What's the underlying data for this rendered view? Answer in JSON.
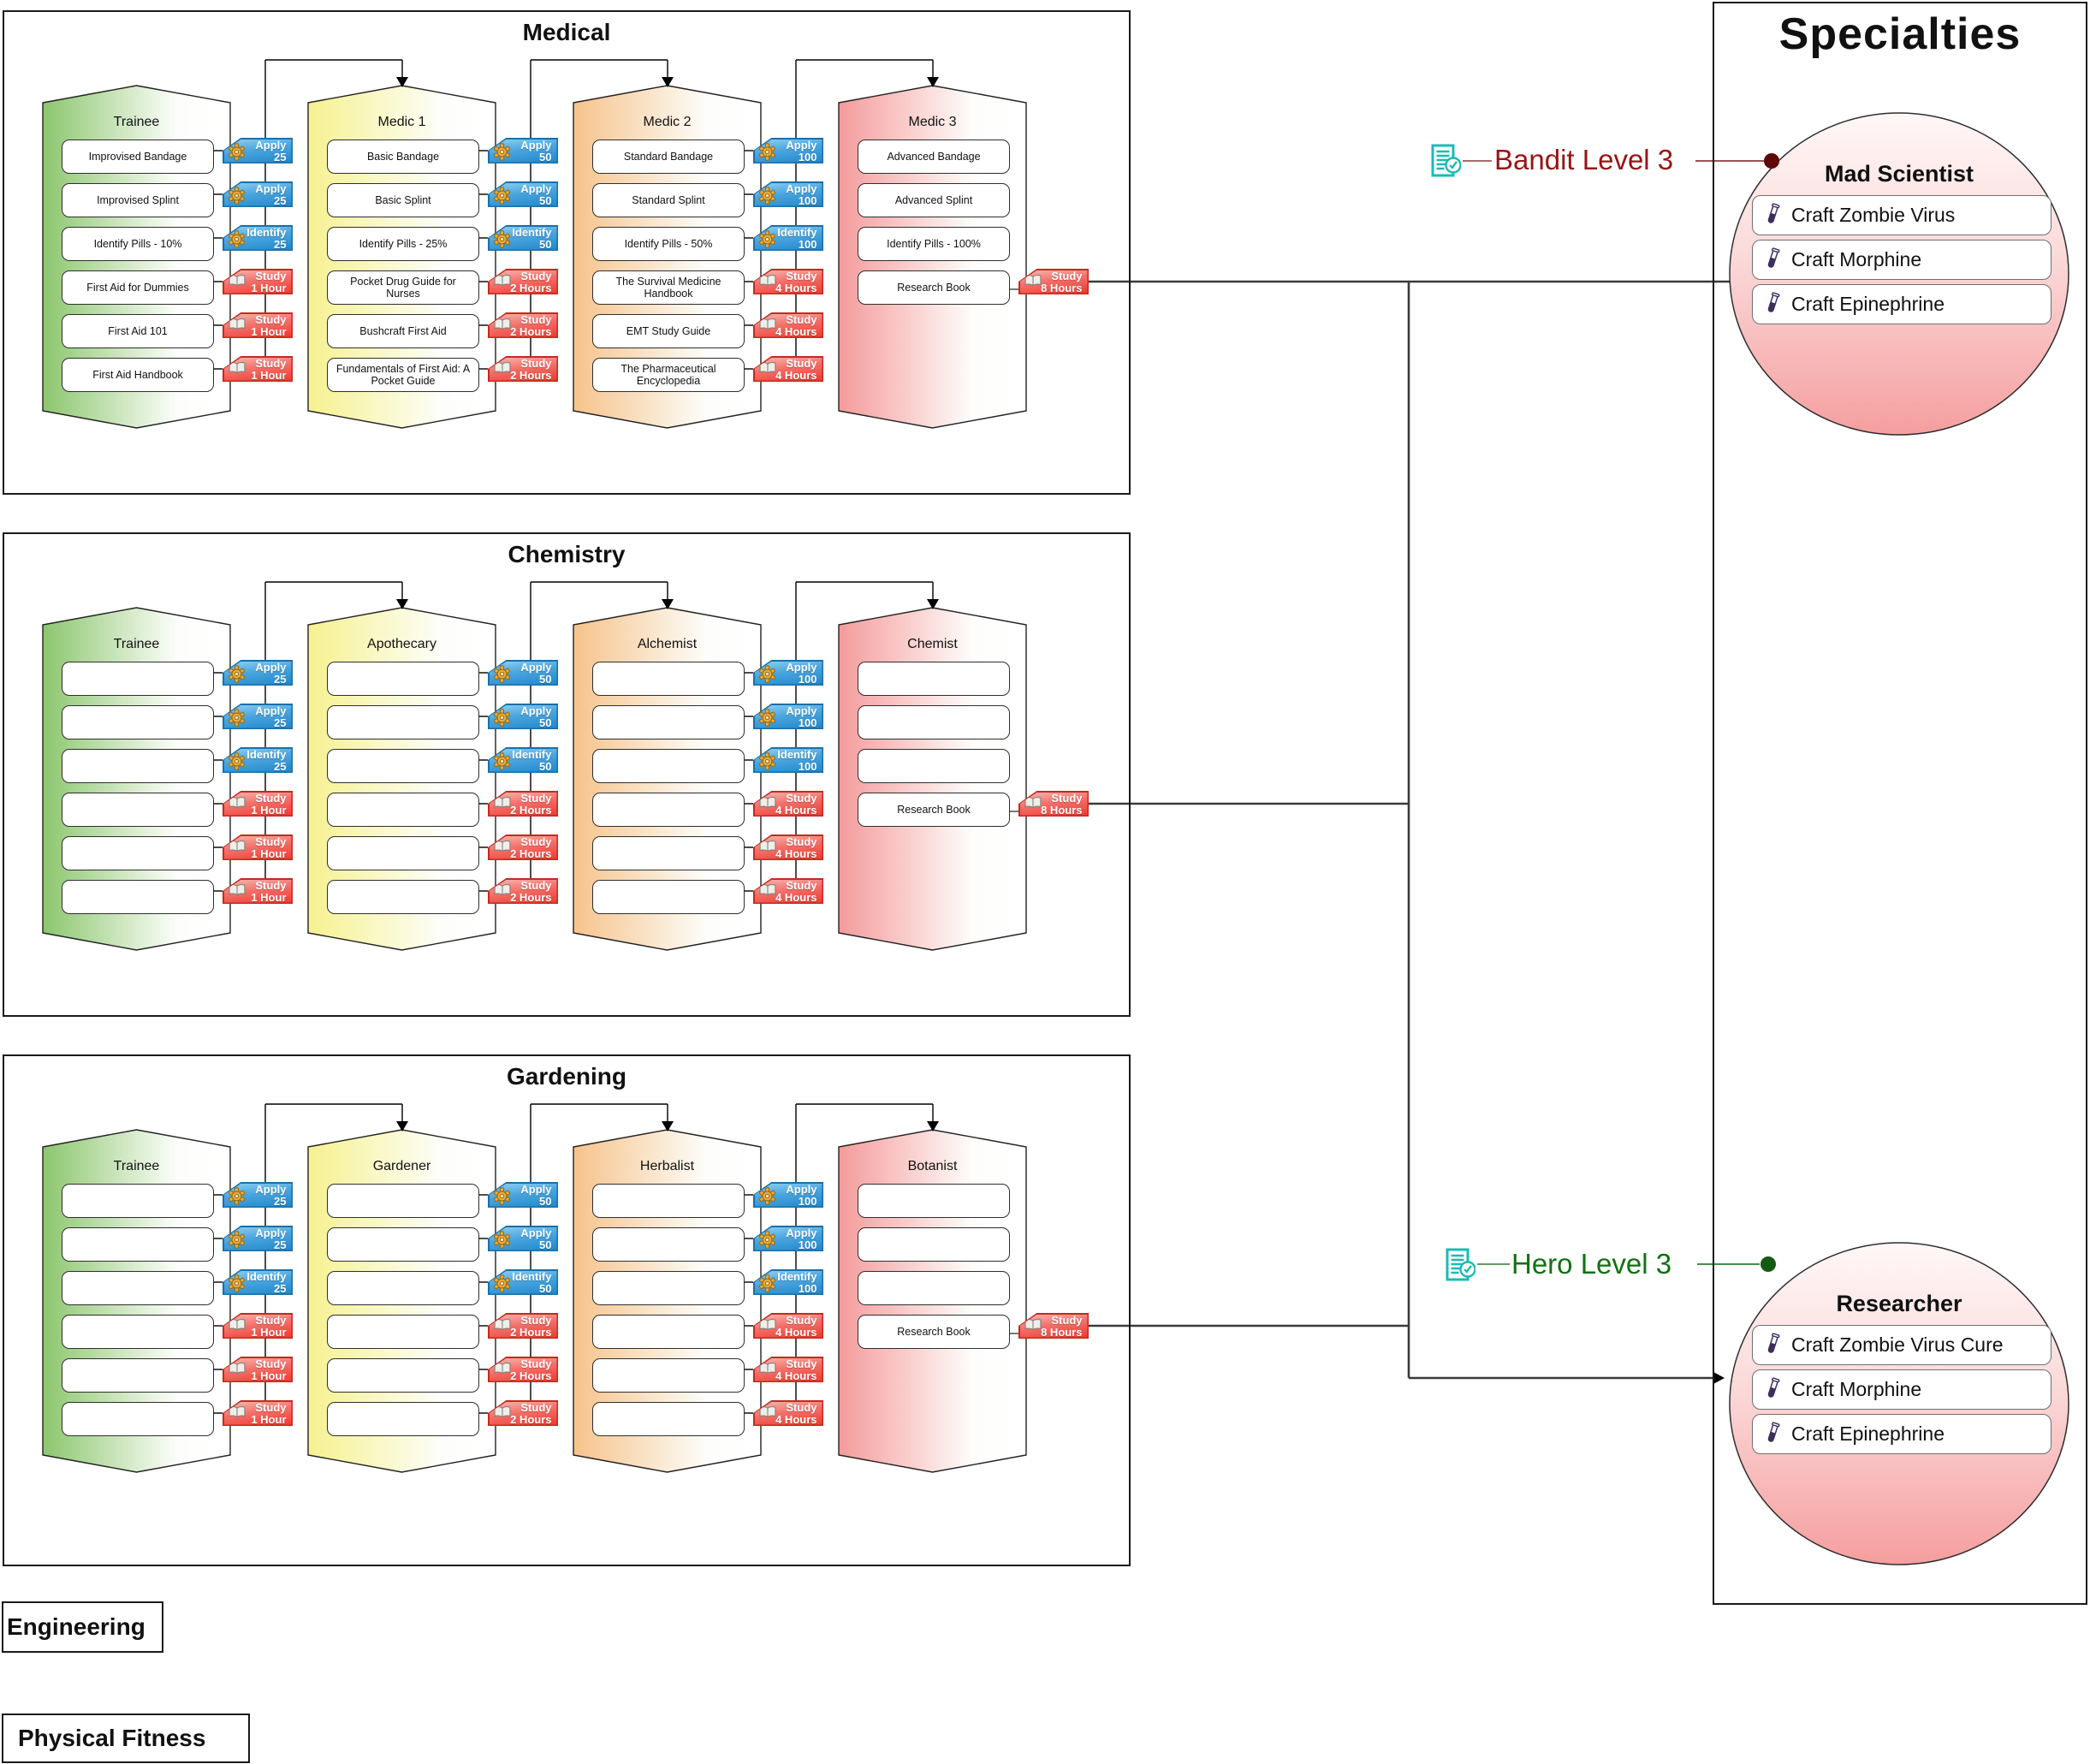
{
  "sections": [
    {
      "title": "Medical",
      "tiers": [
        {
          "name": "Trainee",
          "color": "tier_green",
          "items": [
            "Improvised Bandage",
            "Improvised Splint",
            "Identify Pills - 10%",
            "First Aid for Dummies",
            "First Aid 101",
            "First Aid Handbook"
          ]
        },
        {
          "name": "Medic 1",
          "color": "tier_yellow",
          "items": [
            "Basic Bandage",
            "Basic Splint",
            "Identify Pills - 25%",
            "Pocket Drug Guide for Nurses",
            "Bushcraft First Aid",
            "Fundamentals of First Aid: A Pocket Guide"
          ]
        },
        {
          "name": "Medic 2",
          "color": "tier_orange",
          "items": [
            "Standard Bandage",
            "Standard Splint",
            "Identify Pills - 50%",
            "The Survival Medicine Handbook",
            "EMT Study Guide",
            "The Pharmaceutical Encyclopedia"
          ]
        },
        {
          "name": "Medic 3",
          "color": "tier_red",
          "items": [
            "Advanced Bandage",
            "Advanced Splint",
            "Identify Pills - 100%",
            "Research Book"
          ]
        }
      ]
    },
    {
      "title": "Chemistry",
      "tiers": [
        {
          "name": "Trainee",
          "color": "tier_green",
          "items": [
            "",
            "",
            "",
            "",
            "",
            ""
          ]
        },
        {
          "name": "Apothecary",
          "color": "tier_yellow",
          "items": [
            "",
            "",
            "",
            "",
            "",
            ""
          ]
        },
        {
          "name": "Alchemist",
          "color": "tier_orange",
          "items": [
            "",
            "",
            "",
            "",
            "",
            ""
          ]
        },
        {
          "name": "Chemist",
          "color": "tier_red",
          "items": [
            "",
            "",
            "",
            "Research Book"
          ]
        }
      ]
    },
    {
      "title": "Gardening",
      "tiers": [
        {
          "name": "Trainee",
          "color": "tier_green",
          "items": [
            "",
            "",
            "",
            "",
            "",
            ""
          ]
        },
        {
          "name": "Gardener",
          "color": "tier_yellow",
          "items": [
            "",
            "",
            "",
            "",
            "",
            ""
          ]
        },
        {
          "name": "Herbalist",
          "color": "tier_orange",
          "items": [
            "",
            "",
            "",
            "",
            "",
            ""
          ]
        },
        {
          "name": "Botanist",
          "color": "tier_red",
          "items": [
            "",
            "",
            "",
            "Research Book"
          ]
        }
      ]
    }
  ],
  "badge_gaps": [
    {
      "badges": [
        {
          "kind": "apply",
          "title": "Apply",
          "value": "25"
        },
        {
          "kind": "apply",
          "title": "Apply",
          "value": "25"
        },
        {
          "kind": "apply",
          "title": "Identify",
          "value": "25"
        },
        {
          "kind": "study",
          "title": "Study",
          "value": "1 Hour"
        },
        {
          "kind": "study",
          "title": "Study",
          "value": "1 Hour"
        },
        {
          "kind": "study",
          "title": "Study",
          "value": "1 Hour"
        }
      ]
    },
    {
      "badges": [
        {
          "kind": "apply",
          "title": "Apply",
          "value": "50"
        },
        {
          "kind": "apply",
          "title": "Apply",
          "value": "50"
        },
        {
          "kind": "apply",
          "title": "Identify",
          "value": "50"
        },
        {
          "kind": "study",
          "title": "Study",
          "value": "2 Hours"
        },
        {
          "kind": "study",
          "title": "Study",
          "value": "2 Hours"
        },
        {
          "kind": "study",
          "title": "Study",
          "value": "2 Hours"
        }
      ]
    },
    {
      "badges": [
        {
          "kind": "apply",
          "title": "Apply",
          "value": "100"
        },
        {
          "kind": "apply",
          "title": "Apply",
          "value": "100"
        },
        {
          "kind": "apply",
          "title": "Identify",
          "value": "100"
        },
        {
          "kind": "study",
          "title": "Study",
          "value": "4 Hours"
        },
        {
          "kind": "study",
          "title": "Study",
          "value": "4 Hours"
        },
        {
          "kind": "study",
          "title": "Study",
          "value": "4 Hours"
        }
      ]
    }
  ],
  "research_badge": {
    "kind": "study",
    "title": "Study",
    "value": "8 Hours"
  },
  "specialties": {
    "title": "Specialties",
    "entries": [
      {
        "name": "Mad Scientist",
        "requirement": "Bandit Level 3",
        "text_color": "#9A1414",
        "dot_color": "#5E0808",
        "line_color": "#8A3B3B",
        "items": [
          "Craft Zombie Virus",
          "Craft Morphine",
          "Craft Epinephrine"
        ]
      },
      {
        "name": "Researcher",
        "requirement": "Hero Level 3",
        "text_color": "#0F7212",
        "dot_color": "#135B13",
        "line_color": "#2F7C2F",
        "items": [
          "Craft Zombie Virus Cure",
          "Craft Morphine",
          "Craft Epinephrine"
        ]
      }
    ]
  },
  "floating": [
    "Engineering",
    "Physical Fitness"
  ],
  "colors": {
    "tier_green": "#8CC66E",
    "tier_yellow": "#F6F18F",
    "tier_orange": "#F6C38B",
    "tier_red": "#F49B9B",
    "badge_blue_top": "#8FD0F4",
    "badge_blue_bottom": "#1F87CC",
    "badge_blue_border": "#1B6FA8",
    "badge_red_top": "#F9B7B0",
    "badge_red_bottom": "#EE3A2E",
    "badge_red_border": "#C42A20",
    "circle_top": "#FFF7F7",
    "circle_bottom": "#F59E9E",
    "connector": "#3A3A3A",
    "thin_line": "#000000"
  }
}
